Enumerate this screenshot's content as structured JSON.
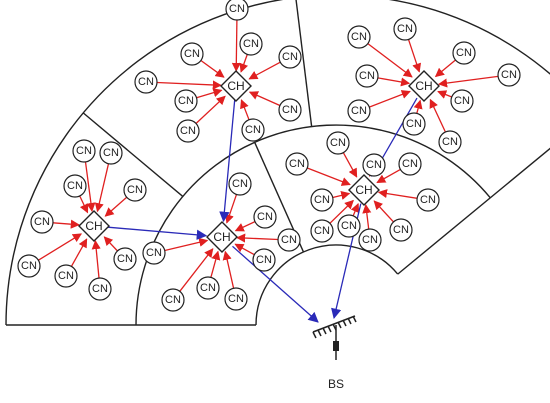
{
  "labels": {
    "cluster_member": "CN",
    "cluster_head": "CH",
    "base_station": "BS"
  },
  "colors": {
    "member_link": "#e02020",
    "head_link": "#2a2ab8",
    "outline": "#222222"
  },
  "icons": {
    "base_station": "antenna-icon"
  }
}
